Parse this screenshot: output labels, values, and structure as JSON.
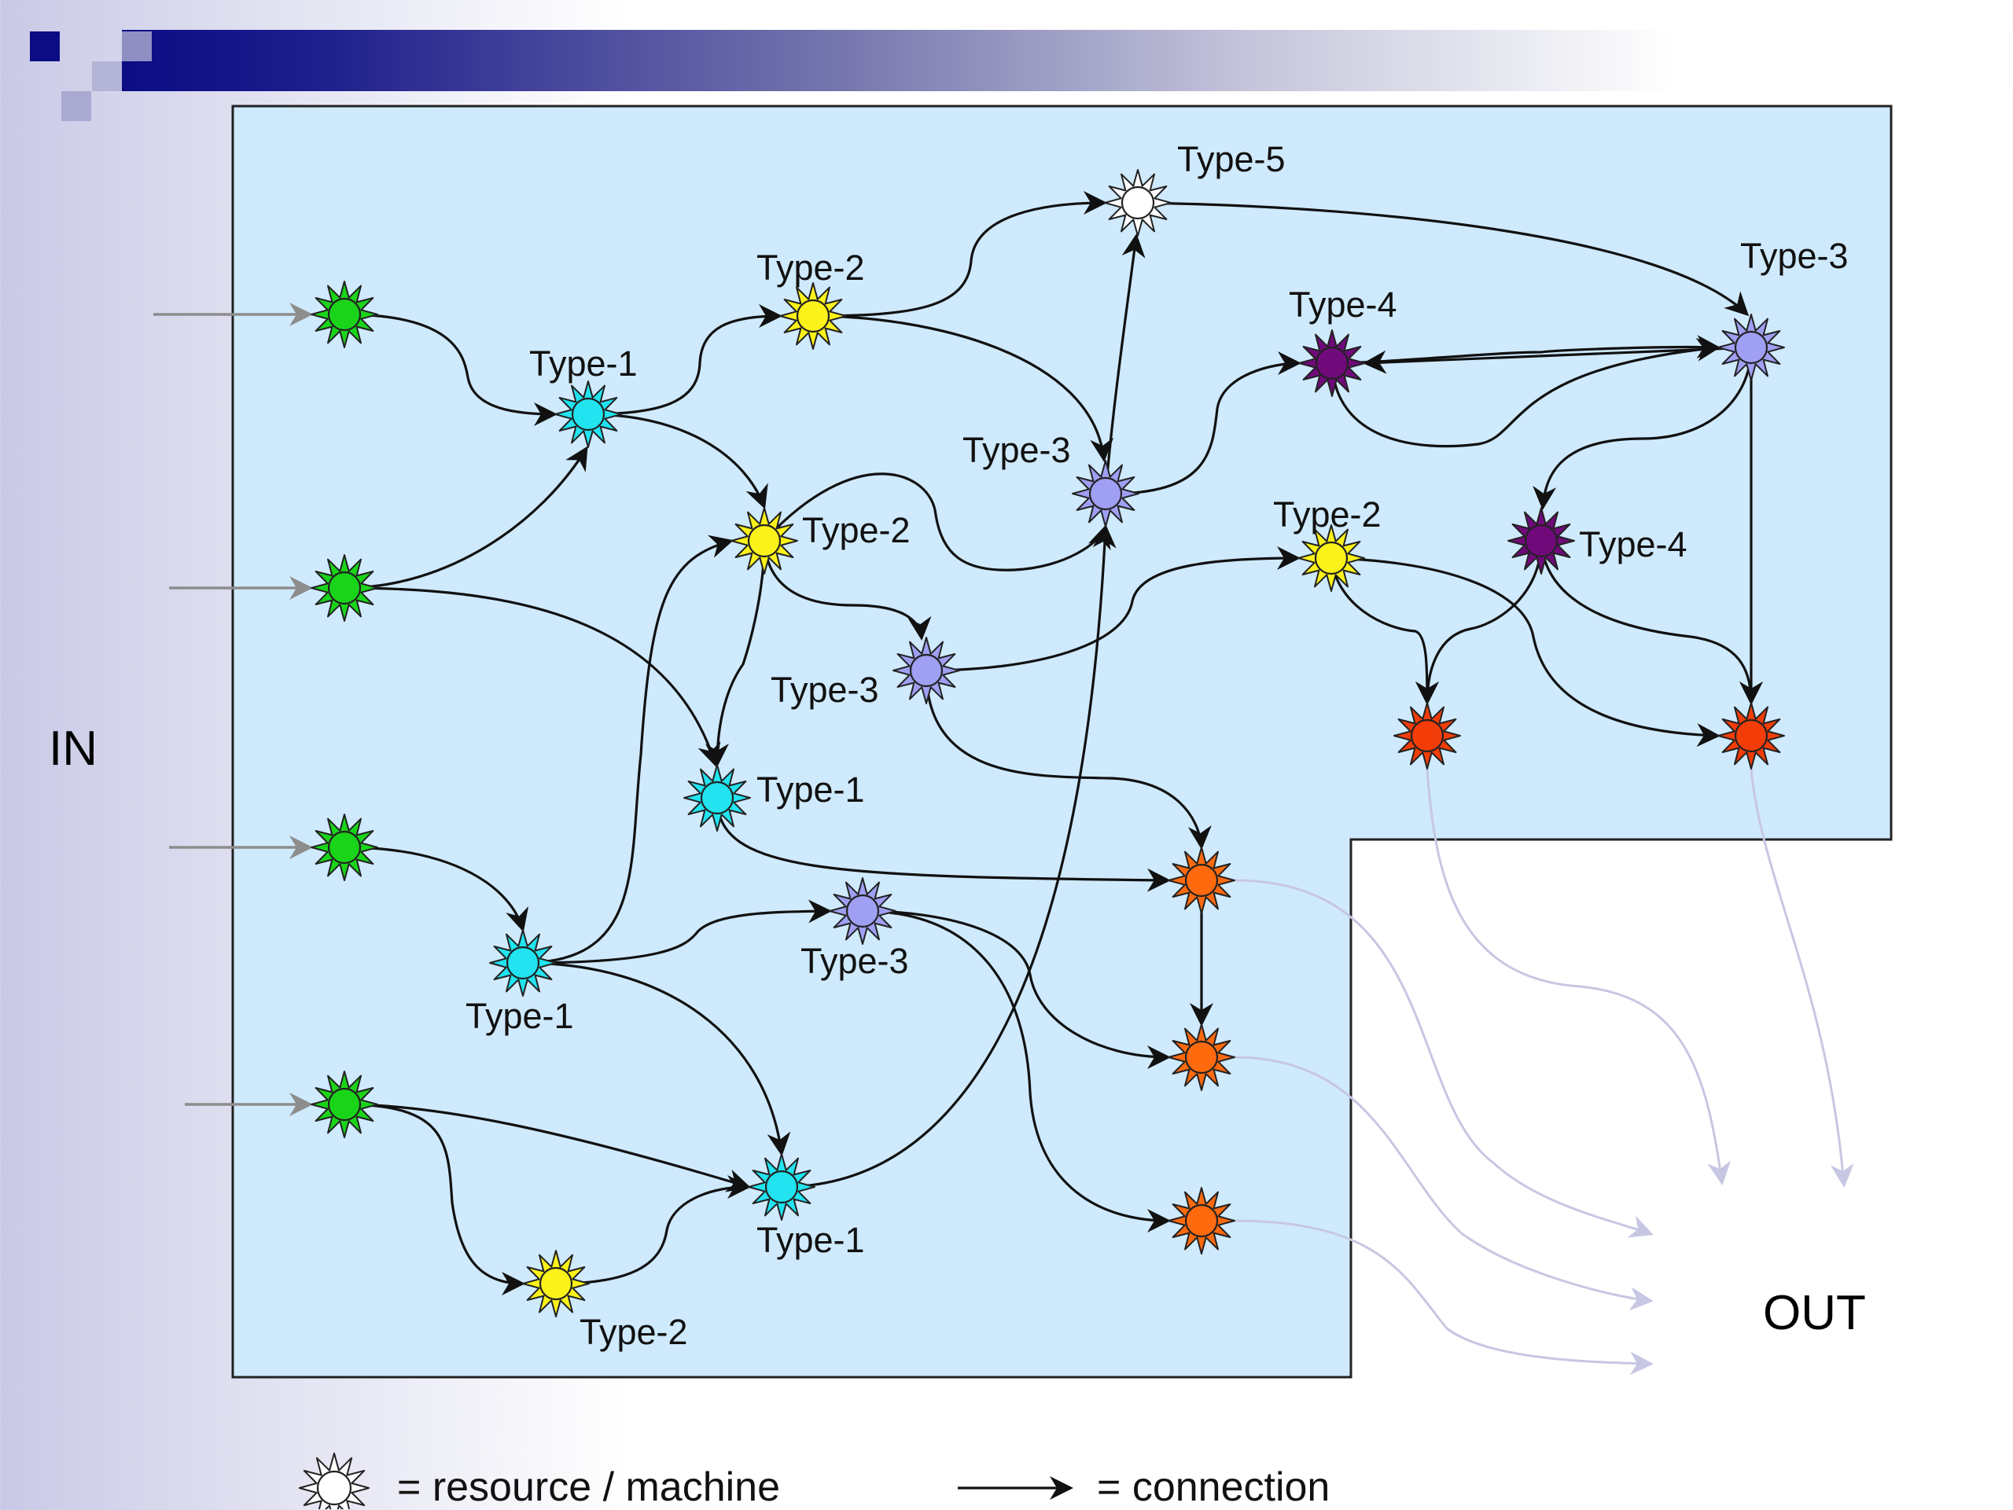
{
  "colors": {
    "area_fill": "#cfeafd",
    "area_stroke": "#222222",
    "edge": "#111111",
    "out_edge": "#c7c7e3",
    "in_edge": "#8d8d8d",
    "green": "#1ad41a",
    "cyan": "#21e4f0",
    "yellow": "#fbf21a",
    "lavender": "#9f9ff3",
    "purple": "#70097a",
    "white": "#ffffff",
    "red": "#f23d08",
    "orange": "#ff6a0e"
  },
  "labels": {
    "in": "IN",
    "out": "OUT"
  },
  "legend": {
    "resource": "= resource / machine",
    "connection": "= connection"
  },
  "nodes": [
    {
      "id": "g1",
      "color": "green",
      "label": ""
    },
    {
      "id": "g2",
      "color": "green",
      "label": ""
    },
    {
      "id": "g3",
      "color": "green",
      "label": ""
    },
    {
      "id": "g4",
      "color": "green",
      "label": ""
    },
    {
      "id": "c1",
      "color": "cyan",
      "label": "Type-1"
    },
    {
      "id": "y1",
      "color": "yellow",
      "label": "Type-2"
    },
    {
      "id": "w1",
      "color": "white",
      "label": "Type-5"
    },
    {
      "id": "l1",
      "color": "lavender",
      "label": "Type-3"
    },
    {
      "id": "p1",
      "color": "purple",
      "label": "Type-4"
    },
    {
      "id": "l2",
      "color": "lavender",
      "label": "Type-3"
    },
    {
      "id": "y2",
      "color": "yellow",
      "label": "Type-2"
    },
    {
      "id": "l3",
      "color": "lavender",
      "label": "Type-3"
    },
    {
      "id": "c2",
      "color": "cyan",
      "label": "Type-1"
    },
    {
      "id": "y3",
      "color": "yellow",
      "label": "Type-2"
    },
    {
      "id": "p2",
      "color": "purple",
      "label": "Type-4"
    },
    {
      "id": "r1",
      "color": "red",
      "label": ""
    },
    {
      "id": "r2",
      "color": "red",
      "label": ""
    },
    {
      "id": "o1",
      "color": "orange",
      "label": ""
    },
    {
      "id": "c3",
      "color": "cyan",
      "label": "Type-1"
    },
    {
      "id": "l4",
      "color": "lavender",
      "label": "Type-3"
    },
    {
      "id": "o2",
      "color": "orange",
      "label": ""
    },
    {
      "id": "c4",
      "color": "cyan",
      "label": "Type-1"
    },
    {
      "id": "o3",
      "color": "orange",
      "label": ""
    },
    {
      "id": "y4",
      "color": "yellow",
      "label": "Type-2"
    }
  ]
}
